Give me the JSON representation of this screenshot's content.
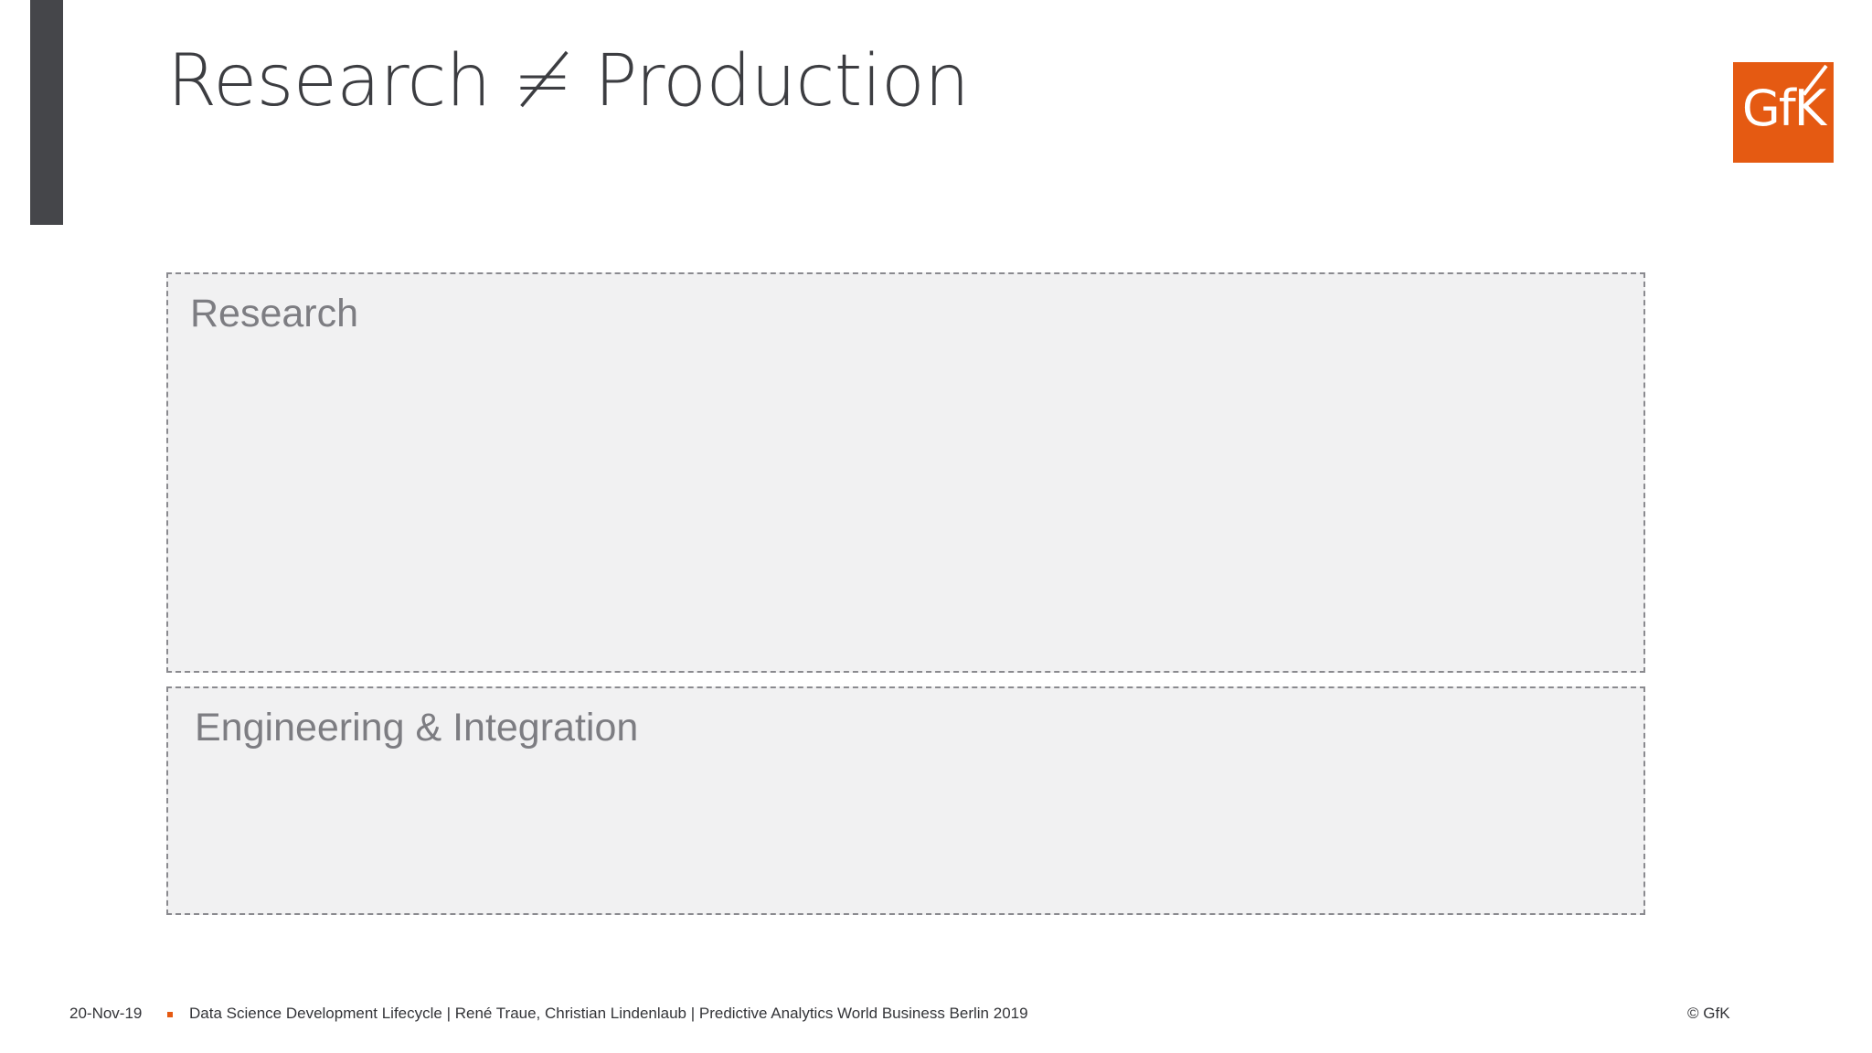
{
  "slide": {
    "title": "Research ≠ Production"
  },
  "logo": {
    "text": "GfK",
    "color": "#e55a12"
  },
  "panels": {
    "research_label": "Research",
    "engineering_label": "Engineering & Integration"
  },
  "footer": {
    "date": "20-Nov-19",
    "info": "Data Science Development Lifecycle | René Traue, Christian Lindenlaub | Predictive Analytics World Business Berlin 2019",
    "copyright": "© GfK"
  }
}
